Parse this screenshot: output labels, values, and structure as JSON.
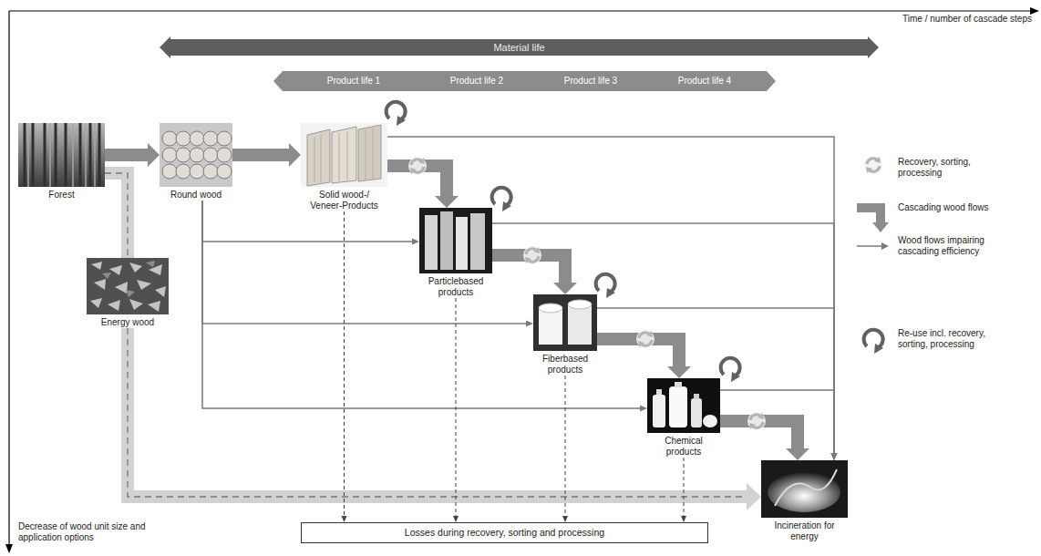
{
  "diagram": {
    "nodes": [
      {
        "text": [
          "Material life"
        ]
      },
      {
        "text": [
          "Product life 1"
        ]
      },
      {
        "text": [
          "Product life 2"
        ]
      },
      {
        "text": [
          "Product life 3"
        ]
      },
      {
        "text": [
          "Product life 4"
        ]
      },
      {
        "text": [
          "Forest"
        ]
      },
      {
        "text": [
          "Round wood"
        ]
      },
      {
        "text": [
          "Energy wood"
        ]
      },
      {
        "text": [
          "Solid wood-/ Veneer-Products"
        ]
      },
      {
        "text": [
          "Particlebased products"
        ]
      },
      {
        "text": [
          "Fiberbased products"
        ]
      },
      {
        "text": [
          "Chemical products"
        ]
      },
      {
        "text": [
          "Incineration for energy"
        ]
      },
      {
        "text": [
          "Losses during recovery, sorting and processing"
        ]
      }
    ],
    "edges": [
      {
        "from": 5,
        "to": 6,
        "arrow": "to"
      },
      {
        "from": 5,
        "to": 7,
        "arrow": "none"
      },
      {
        "from": 7,
        "to": 12,
        "arrow": "to"
      },
      {
        "from": 6,
        "to": 8,
        "arrow": "to"
      },
      {
        "from": 6,
        "to": 9,
        "arrow": "to"
      },
      {
        "from": 6,
        "to": 10,
        "arrow": "to"
      },
      {
        "from": 6,
        "to": 11,
        "arrow": "to"
      },
      {
        "from": 8,
        "to": 9,
        "arrow": "to"
      },
      {
        "from": 9,
        "to": 10,
        "arrow": "to"
      },
      {
        "from": 10,
        "to": 11,
        "arrow": "to"
      },
      {
        "from": 11,
        "to": 12,
        "arrow": "to"
      },
      {
        "from": 8,
        "to": 12,
        "arrow": "to"
      },
      {
        "from": 9,
        "to": 12,
        "arrow": "to"
      },
      {
        "from": 10,
        "to": 12,
        "arrow": "to"
      },
      {
        "from": 11,
        "to": 12,
        "arrow": "to"
      },
      {
        "from": 8,
        "to": 13,
        "arrow": "to"
      },
      {
        "from": 9,
        "to": 13,
        "arrow": "to"
      },
      {
        "from": 10,
        "to": 13,
        "arrow": "to"
      },
      {
        "from": 11,
        "to": 13,
        "arrow": "to"
      }
    ],
    "labels": [
      "Time / number of cascade steps",
      "Decrease of wood unit size and application options"
    ],
    "legend": [
      {
        "text": "Recovery, sorting, processing"
      },
      {
        "text": "Cascading wood flows"
      },
      {
        "text": "Wood flows impairing cascading efficiency"
      },
      {
        "text": "Re-use incl. recovery, sorting, processing"
      }
    ]
  }
}
